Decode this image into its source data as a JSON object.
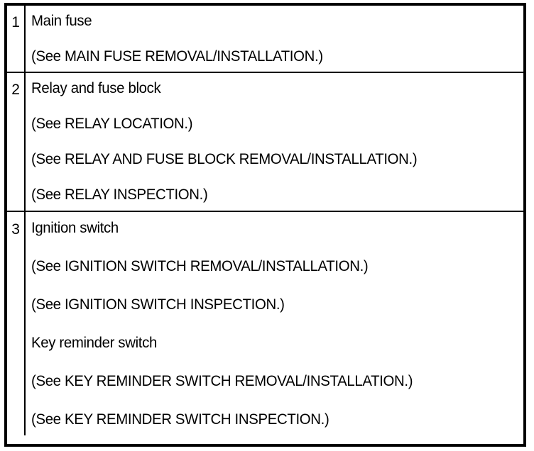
{
  "document": {
    "type": "service-manual-component-table",
    "background_color": "#ffffff",
    "text_color": "#000000",
    "border_color": "#000000"
  },
  "table": {
    "column_headers": [
      "no",
      "description"
    ],
    "rows": [
      {
        "number": "1",
        "lines": [
          "Main fuse",
          "(See MAIN FUSE REMOVAL/INSTALLATION.)"
        ]
      },
      {
        "number": "2",
        "lines": [
          "Relay and fuse block",
          "(See RELAY LOCATION.)",
          "(See RELAY AND FUSE BLOCK REMOVAL/INSTALLATION.)",
          "(See RELAY INSPECTION.)"
        ]
      },
      {
        "number": "3",
        "lines": [
          "Ignition switch",
          "(See IGNITION SWITCH REMOVAL/INSTALLATION.)",
          "(See IGNITION SWITCH INSPECTION.)",
          "Key reminder switch",
          "(See KEY REMINDER SWITCH REMOVAL/INSTALLATION.)",
          "(See KEY REMINDER SWITCH INSPECTION.)"
        ]
      }
    ]
  }
}
